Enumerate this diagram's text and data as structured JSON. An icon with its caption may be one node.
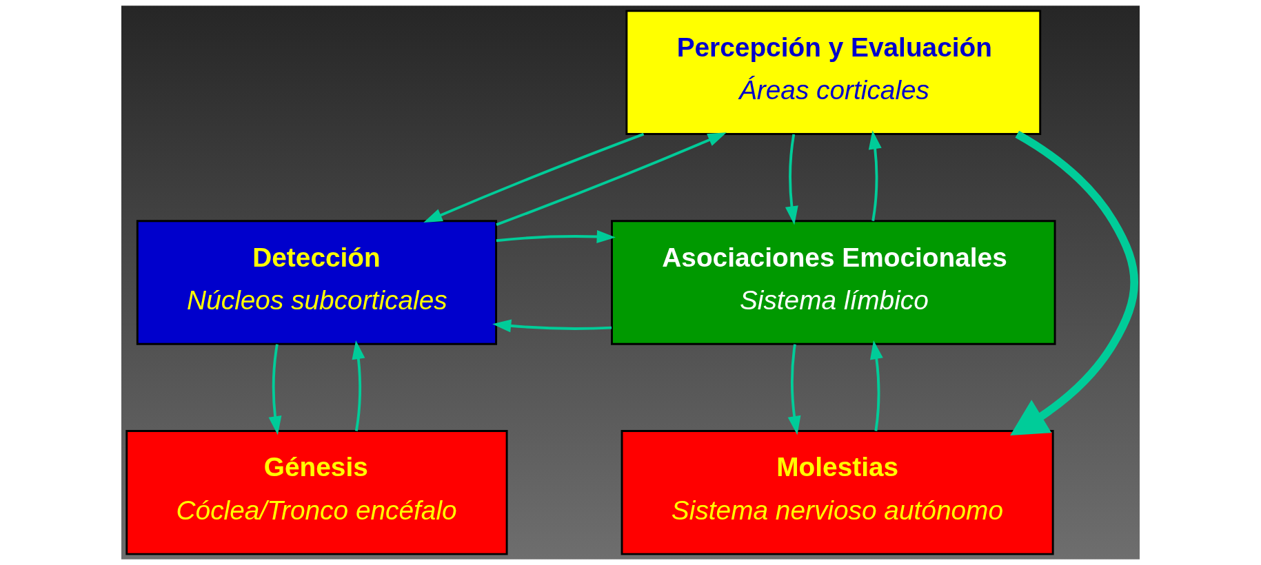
{
  "diagram": {
    "nodes": [
      {
        "text": [
          "Percepción y Evaluación",
          "Áreas corticales"
        ]
      },
      {
        "text": [
          "Detección",
          "Núcleos subcorticales"
        ]
      },
      {
        "text": [
          "Asociaciones Emocionales",
          "Sistema límbico"
        ]
      },
      {
        "text": [
          "Génesis",
          "Cóclea/Tronco encéfalo"
        ]
      },
      {
        "text": [
          "Molestias",
          "Sistema nervioso autónomo"
        ]
      }
    ],
    "edges": [
      {
        "from": 1,
        "to": 0,
        "arrow": "to"
      },
      {
        "from": 0,
        "to": 1,
        "arrow": "to"
      },
      {
        "from": 2,
        "to": 0,
        "arrow": "to"
      },
      {
        "from": 0,
        "to": 2,
        "arrow": "to"
      },
      {
        "from": 2,
        "to": 1,
        "arrow": "to"
      },
      {
        "from": 1,
        "to": 2,
        "arrow": "to"
      },
      {
        "from": 3,
        "to": 1,
        "arrow": "to"
      },
      {
        "from": 1,
        "to": 3,
        "arrow": "to"
      },
      {
        "from": 4,
        "to": 2,
        "arrow": "to"
      },
      {
        "from": 2,
        "to": 4,
        "arrow": "to"
      },
      {
        "from": 0,
        "to": 4,
        "arrow": "to",
        "style": "thick"
      }
    ]
  }
}
